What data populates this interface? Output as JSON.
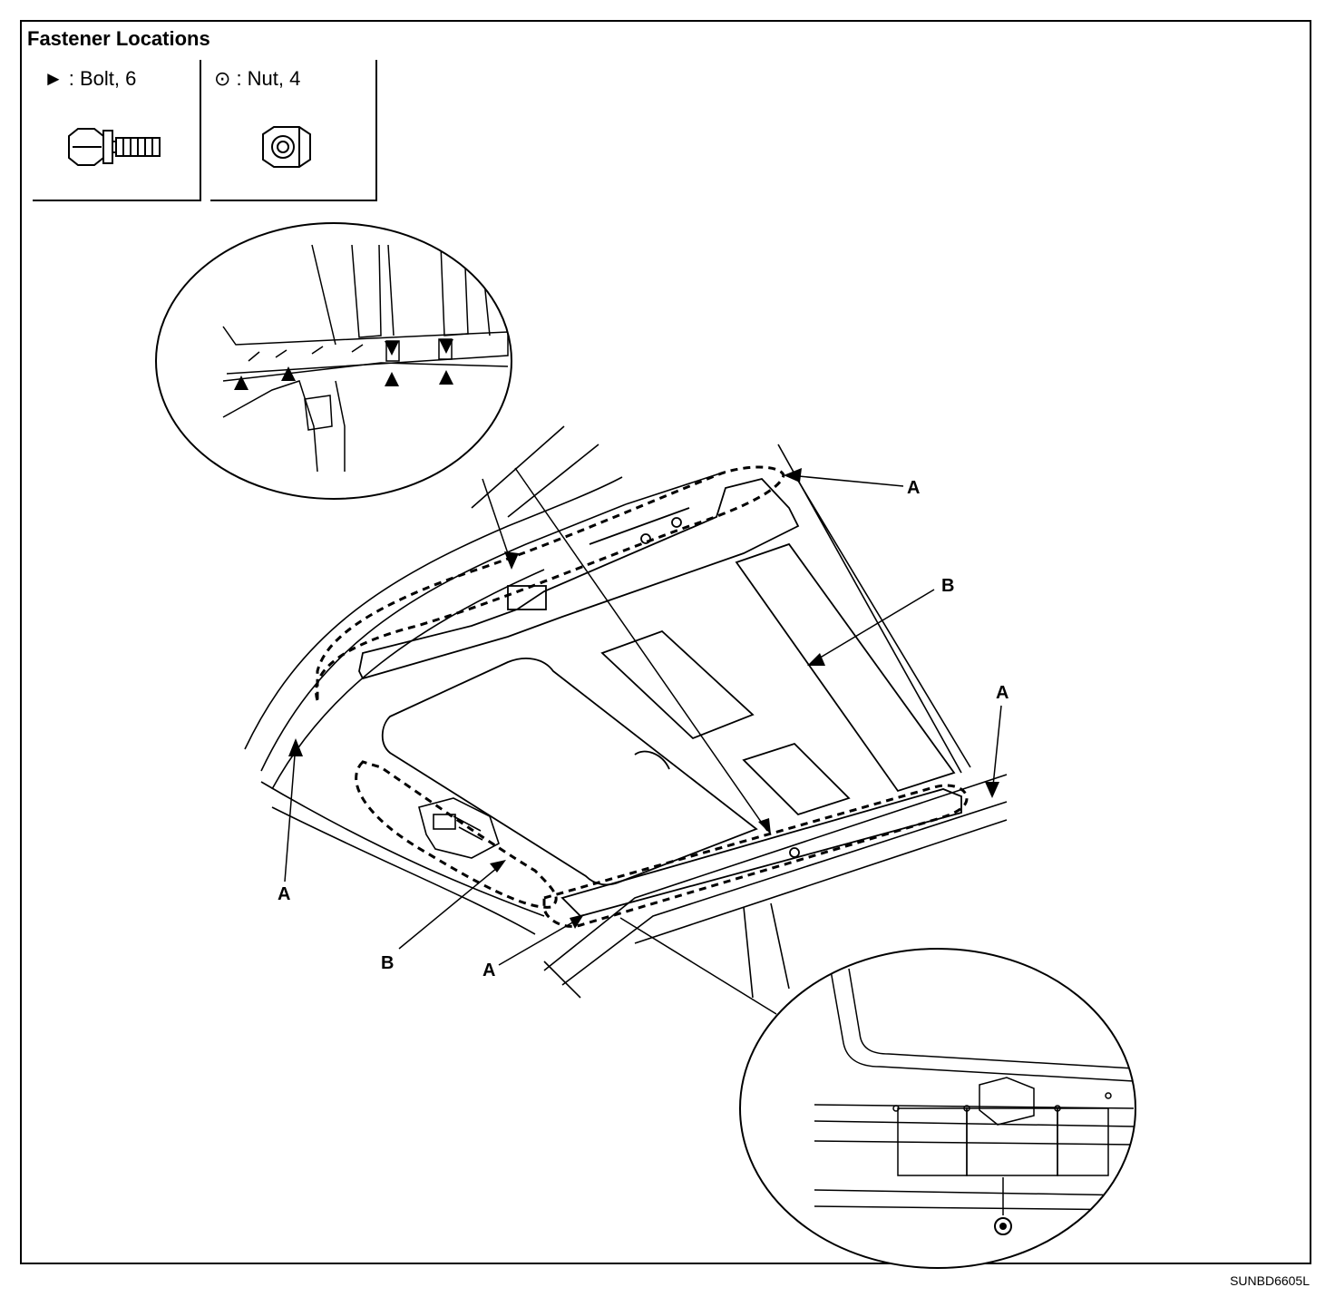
{
  "title": "Fastener Locations",
  "legend": {
    "bolt": {
      "symbol": "►",
      "text": ": Bolt, 6"
    },
    "nut": {
      "symbol": "⊙",
      "text": ": Nut, 4"
    }
  },
  "callouts": {
    "a": "A",
    "b": "B"
  },
  "figure_id": "SUNBD6605L"
}
